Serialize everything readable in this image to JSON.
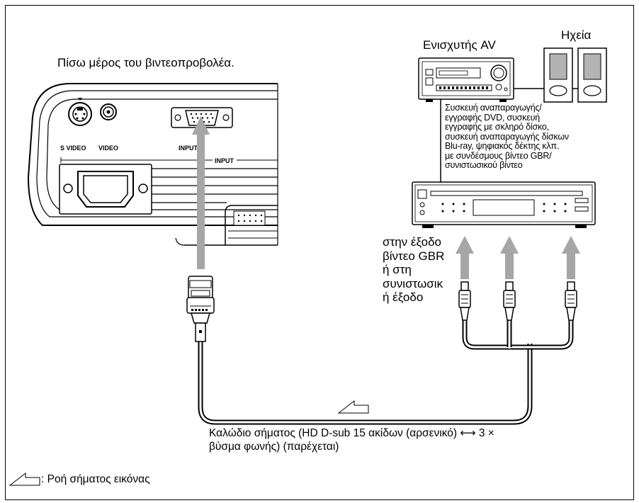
{
  "projector": {
    "title": "Πίσω μέρος του βιντεοπροβολέα.",
    "port_svideo": "S VIDEO",
    "port_video": "VIDEO",
    "port_input_a": "INPUT A",
    "group_input": "INPUT"
  },
  "amplifier": {
    "label": "Ενισχυτής AV"
  },
  "speakers": {
    "label": "Ηχεία"
  },
  "source_device": {
    "lines": [
      "Συσκευή αναπαραγωγής/",
      "εγγραφής DVD, συσκευή",
      "εγγραφής με σκληρό δίσκο,",
      "συσκευή αναπαραγωγής δίσκων",
      "Blu-ray, ψηφιακός δέκτης κλπ.",
      "με συνδέσμους βίντεο GBR/",
      "συνιστωσικού βίντεο"
    ]
  },
  "output_label": {
    "lines": [
      "στην έξοδο",
      "βίντεο GBR",
      "ή στη",
      "συνιστωσικ",
      "ή έξοδο"
    ]
  },
  "cable_label": {
    "lines": [
      "Καλώδιο σήματος (HD D-sub 15 ακίδων (αρσενικό) ⟷ 3 ×",
      "βύσμα φωνής) (παρέχεται)"
    ]
  },
  "legend": {
    "text": ": Ροή σήματος εικόνας"
  }
}
